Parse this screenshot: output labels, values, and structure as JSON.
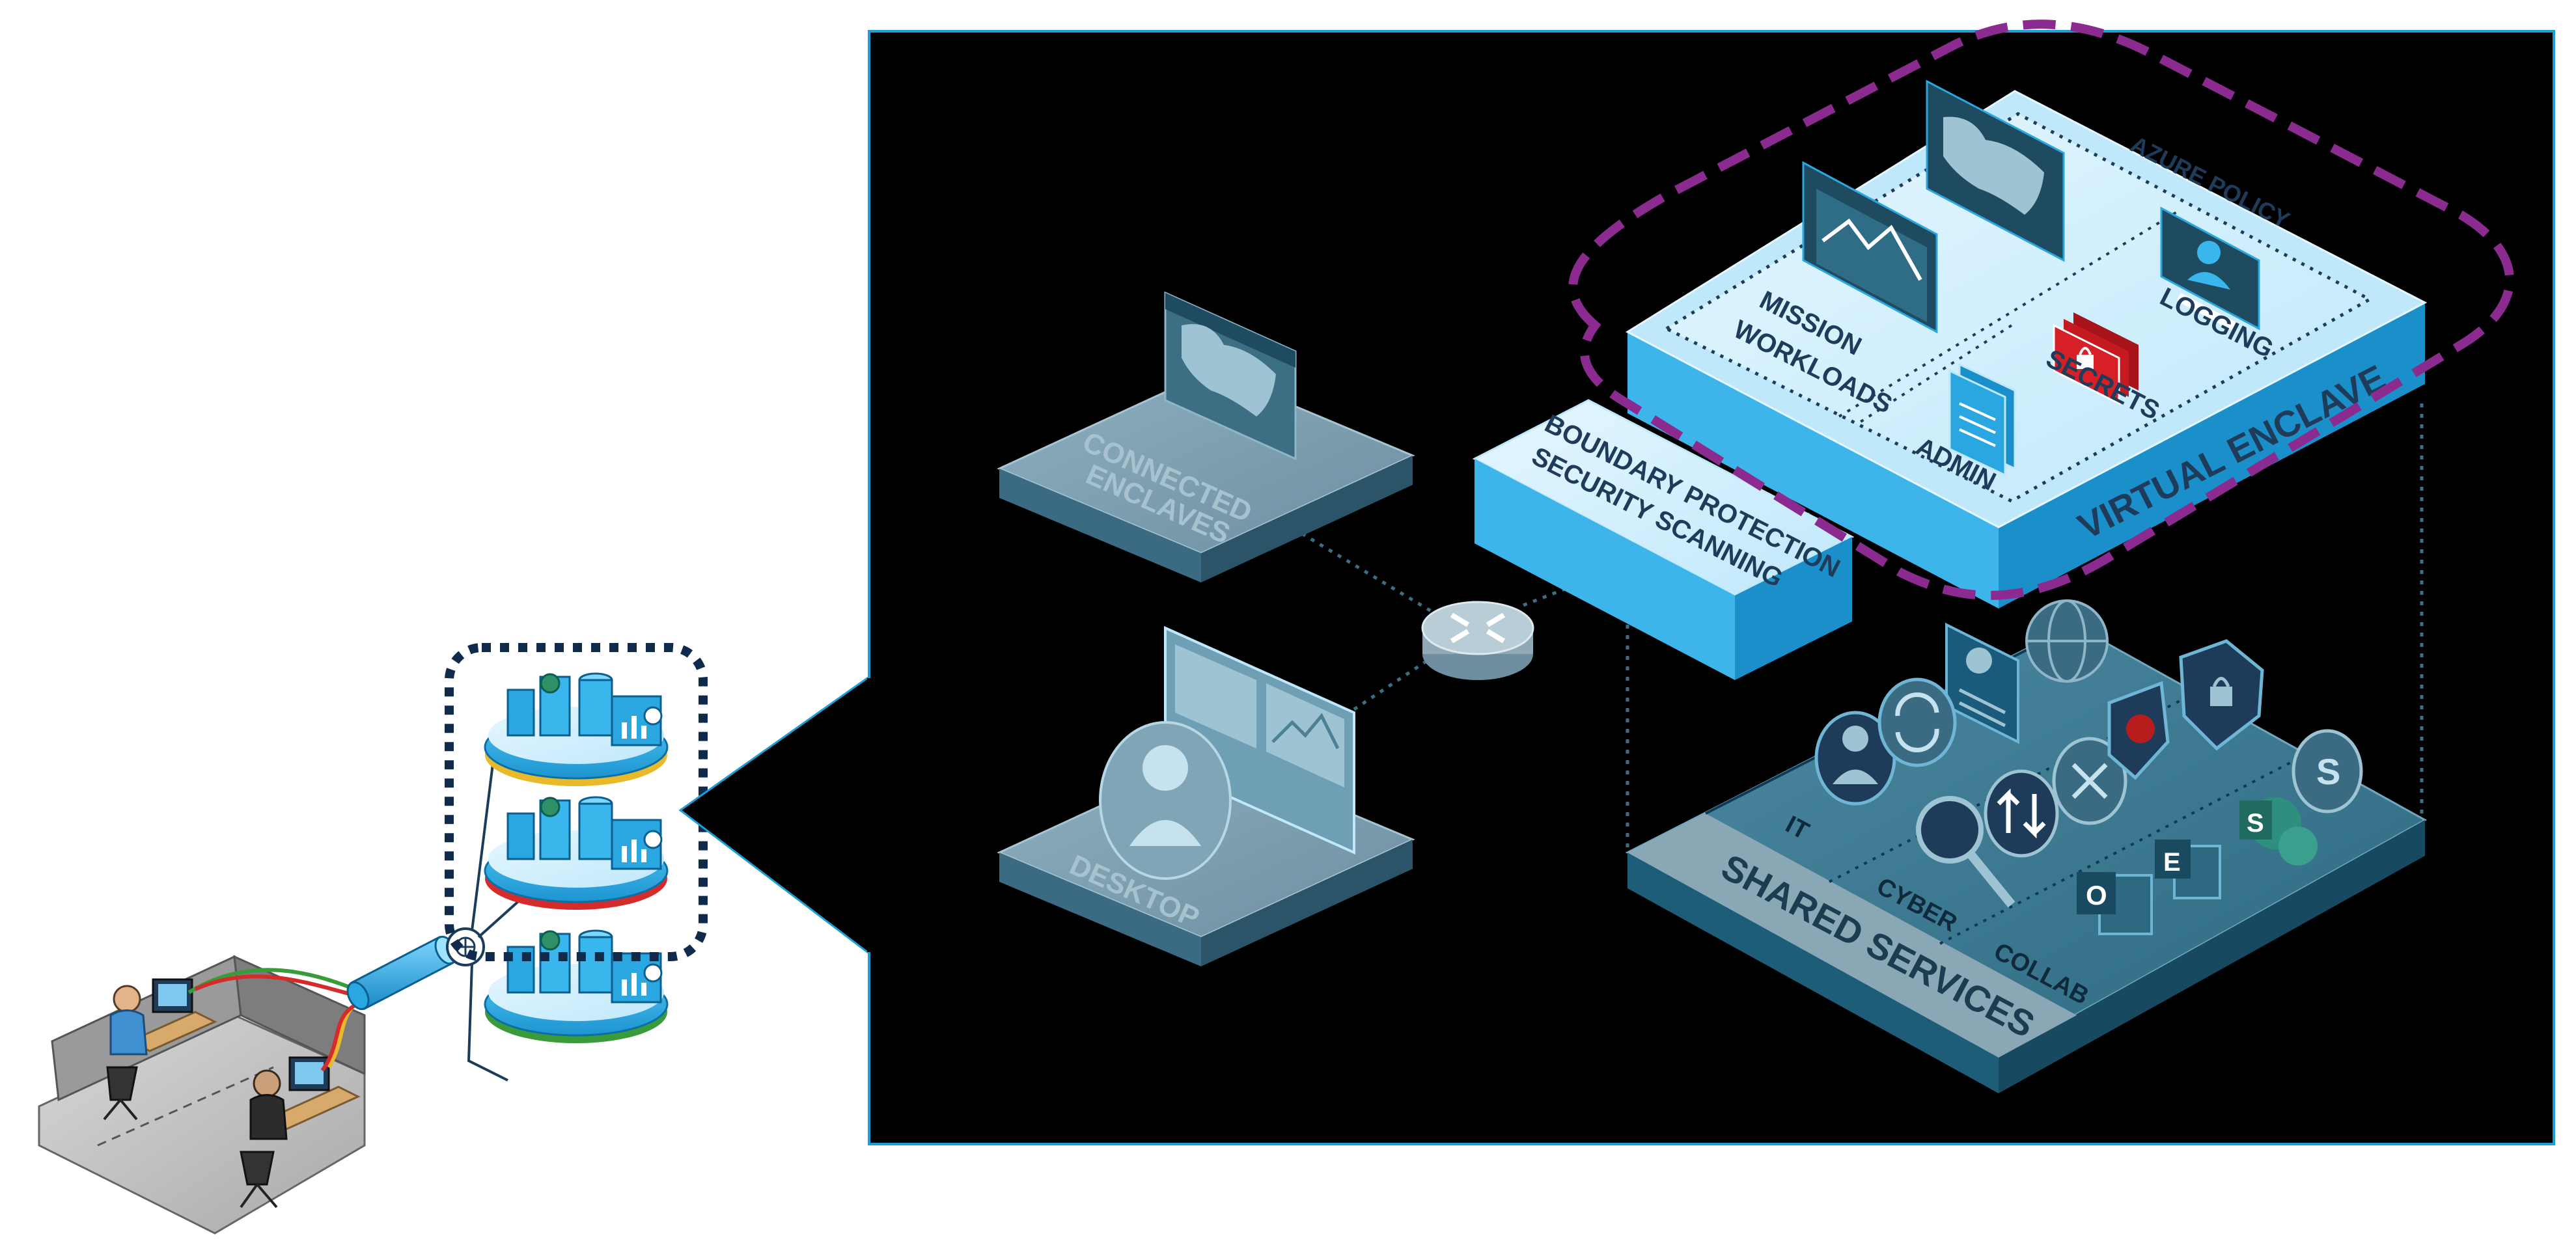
{
  "colors": {
    "panel_background": "#000000",
    "panel_border": "#1a9fd6",
    "tile_light_blue": "#cfeefc",
    "tile_mid_blue": "#39b6ec",
    "tile_grey_blue": "#7c98a6",
    "enclave_highlight": "#8b2a8f",
    "cloud_group_border": "#0f2a4a",
    "secrets_red": "#d61f26",
    "line_red": "#d62b2b",
    "line_green": "#3a9b3a",
    "line_yellow": "#e8b92b"
  },
  "diagram": {
    "virtual_enclave": {
      "title": "VIRTUAL ENCLAVE",
      "policy": "AZURE POLICY",
      "mission_workloads_line1": "MISSION",
      "mission_workloads_line2": "WORKLOADS",
      "logging": "LOGGING",
      "secrets": "SECRETS",
      "admin": "ADMIN"
    },
    "boundary": {
      "line1": "BOUNDARY PROTECTION",
      "line2": "SECURITY SCANNING"
    },
    "connected_enclaves": {
      "line1": "CONNECTED",
      "line2": "ENCLAVES"
    },
    "desktop": {
      "label": "DESKTOP"
    },
    "shared_services": {
      "title": "SHARED SERVICES",
      "it": "IT",
      "cyber": "CYBER",
      "collab": "COLLAB"
    },
    "icons": [
      "router-icon",
      "world-map-window-icon",
      "workload-chart-window-icon",
      "user-login-icon",
      "secrets-lock-icon",
      "admin-document-icon",
      "globe-icon",
      "id-card-icon",
      "user-icon",
      "sync-icon",
      "search-icon",
      "arrows-updown-icon",
      "hub-icon",
      "malware-icon",
      "shield-lock-icon",
      "skype-icon",
      "sharepoint-icon",
      "exchange-icon",
      "outlook-icon"
    ]
  }
}
